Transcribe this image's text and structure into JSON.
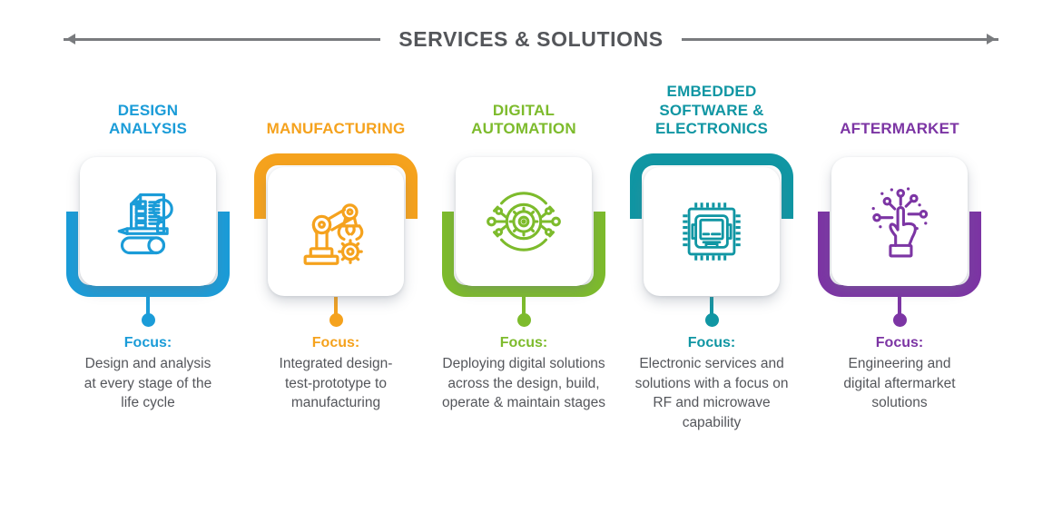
{
  "header": {
    "title": "SERVICES & SOLUTIONS",
    "title_color": "#54565A",
    "arrow_color": "#797B7E"
  },
  "body_text_color": "#54565B",
  "services": [
    {
      "title": "DESIGN ANALYSIS",
      "color": "#1B9CD8",
      "bracket_position": "bottom",
      "icon": "design-document-magnifier-icon",
      "focus_label": "Focus:",
      "description": "Design and analysis at every stage of the life cycle"
    },
    {
      "title": "MANUFACTURING",
      "color": "#F5A21D",
      "bracket_position": "top",
      "icon": "robot-arm-gear-icon",
      "focus_label": "Focus:",
      "description": "Integrated design-test-prototype to manufacturing"
    },
    {
      "title": "DIGITAL AUTOMATION",
      "color": "#7DBB2C",
      "bracket_position": "bottom",
      "icon": "gear-circuit-icon",
      "focus_label": "Focus:",
      "description": "Deploying digital solutions across the design, build, operate & maintain stages"
    },
    {
      "title": "EMBEDDED SOFTWARE & ELECTRONICS",
      "color": "#1096A3",
      "bracket_position": "top",
      "icon": "microchip-icon",
      "focus_label": "Focus:",
      "description": "Electronic services and solutions with a focus on RF and microwave capability"
    },
    {
      "title": "AFTERMARKET",
      "color": "#7C35A4",
      "bracket_position": "bottom",
      "icon": "hand-touch-circuit-icon",
      "focus_label": "Focus:",
      "description": "Engineering and digital aftermarket solutions"
    }
  ]
}
